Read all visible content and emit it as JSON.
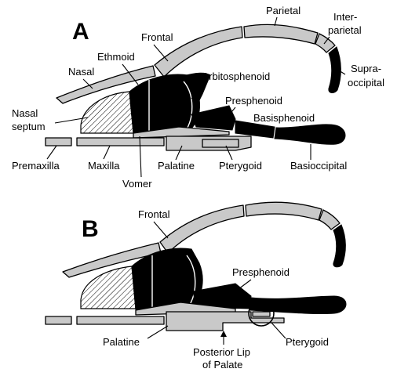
{
  "panel_a": {
    "letter": "A",
    "labels": {
      "parietal": "Parietal",
      "interparietal_1": "Inter-",
      "interparietal_2": "parietal",
      "frontal": "Frontal",
      "ethmoid": "Ethmoid",
      "nasal": "Nasal",
      "orbitosphenoid": "Orbitosphenoid",
      "supraoccipital_1": "Supra-",
      "supraoccipital_2": "occipital",
      "presphenoid": "Presphenoid",
      "nasal_septum_1": "Nasal",
      "nasal_septum_2": "septum",
      "basisphenoid": "Basisphenoid",
      "premaxilla": "Premaxilla",
      "maxilla": "Maxilla",
      "palatine": "Palatine",
      "pterygoid": "Pterygoid",
      "basioccipital": "Basioccipital",
      "vomer": "Vomer"
    }
  },
  "panel_b": {
    "letter": "B",
    "labels": {
      "frontal": "Frontal",
      "presphenoid": "Presphenoid",
      "palatine": "Palatine",
      "pterygoid": "Pterygoid",
      "posterior_lip_1": "Posterior Lip",
      "posterior_lip_2": "of Palate"
    }
  },
  "colors": {
    "bone_fill": "#c9c9c9",
    "cartilage": "#000000",
    "background": "#ffffff"
  }
}
